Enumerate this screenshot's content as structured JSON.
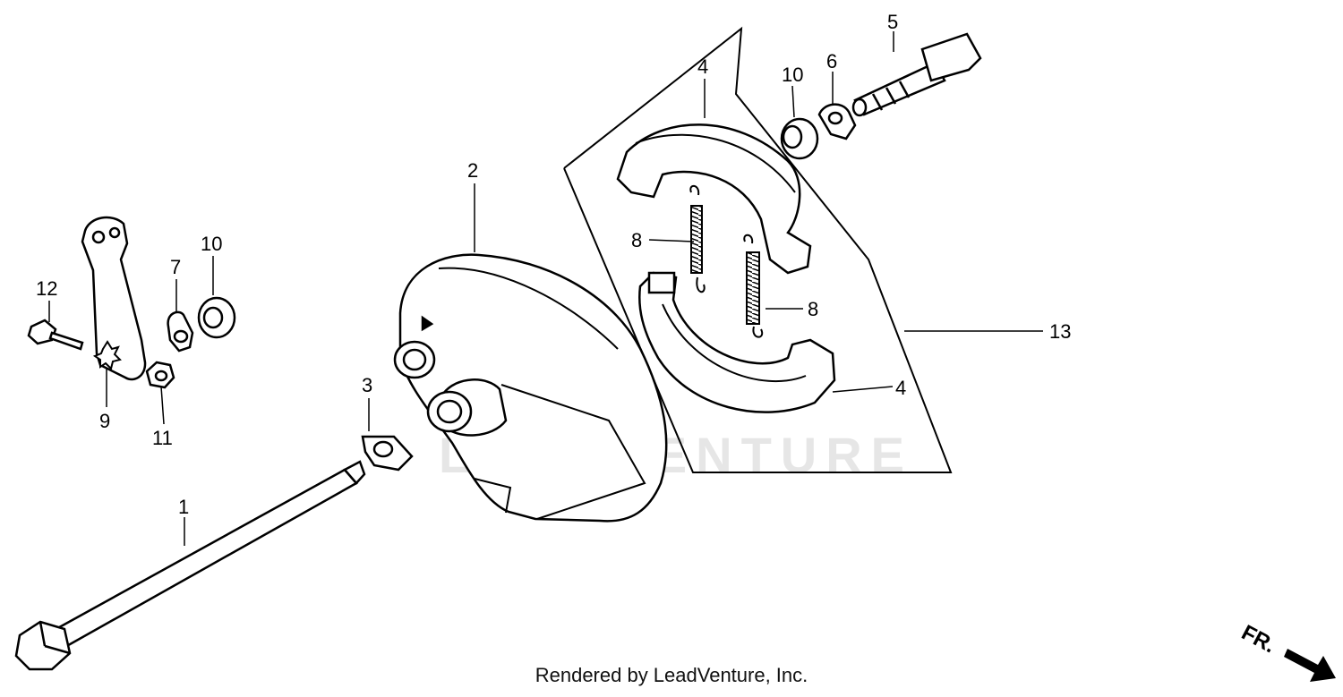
{
  "watermark": "LEADVENTURE",
  "footer": "Rendered by LeadVenture, Inc.",
  "direction_marker": {
    "label": "FR."
  },
  "callouts": {
    "c1": "1",
    "c2": "2",
    "c3": "3",
    "c4a": "4",
    "c4b": "4",
    "c5": "5",
    "c6": "6",
    "c7": "7",
    "c8a": "8",
    "c8b": "8",
    "c9": "9",
    "c10a": "10",
    "c10b": "10",
    "c11": "11",
    "c12": "12",
    "c13": "13"
  }
}
